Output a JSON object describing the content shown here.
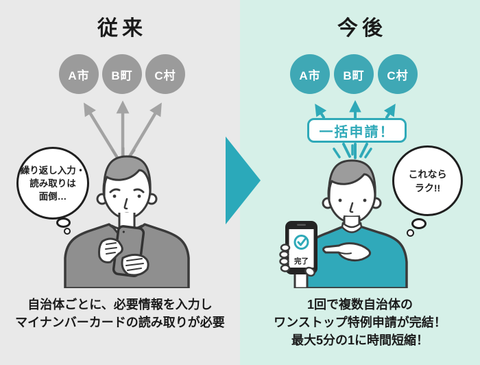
{
  "before": {
    "title": "従来",
    "municipalities": [
      "A市",
      "B町",
      "C村"
    ],
    "thought_lines": [
      "繰り返し入力・",
      "読み取りは",
      "面倒…"
    ],
    "caption_lines": [
      "自治体ごとに、必要情報を入力し",
      "マイナンバーカードの読み取りが必要"
    ]
  },
  "after": {
    "title": "今後",
    "municipalities": [
      "A市",
      "B町",
      "C村"
    ],
    "batch_apply_label": "一括申請！",
    "phone_status_label": "完了",
    "thought_lines": [
      "これなら",
      "ラク!!"
    ],
    "caption_lines": [
      "1回で複数自治体の",
      "ワンストップ特例申請が完結！",
      "最大5分の1に時間短縮！"
    ]
  },
  "icons": {
    "transition_arrow": "right-pointing-triangle",
    "phone_check": "checkmark-circle",
    "thought_bubbles": "thought-bubble-trail",
    "before_head_marks": "frustration-lines",
    "after_head_marks": "excitement-lines"
  },
  "colors": {
    "left_bg": "#e9e9e9",
    "right_bg": "#d6f0e8",
    "gray_circle": "#9b9b9b",
    "teal_circle": "#3fa8b5",
    "teal": "#2fa9b8",
    "big_arrow": "#2ba9ba",
    "gray_arrow": "#a3a3a3",
    "text": "#1a1a1a"
  }
}
